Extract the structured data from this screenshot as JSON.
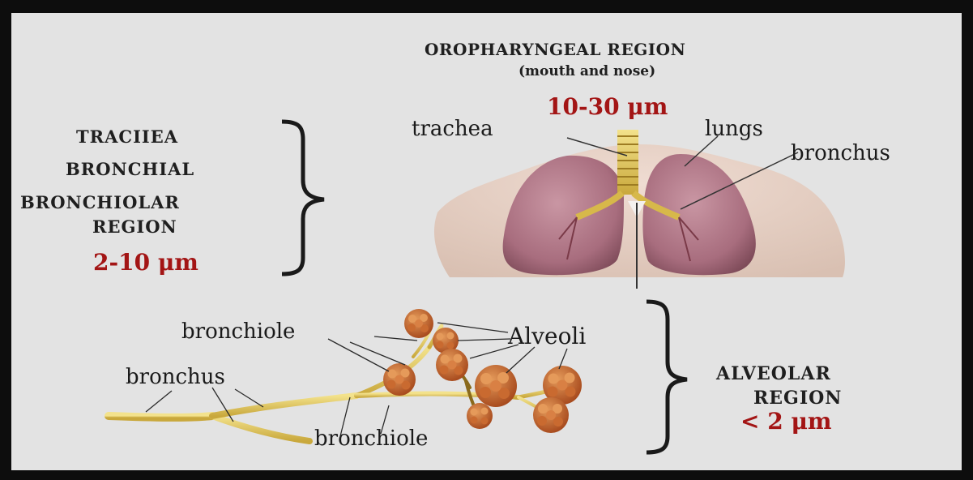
{
  "colors": {
    "background": "#e3e3e3",
    "border": "#0d0d0d",
    "heading_text": "#1f1f1f",
    "size_text": "#a31515",
    "lung": "#b07a8a",
    "airway": "#e6cf6a",
    "alveoli": "#c86a30"
  },
  "upper": {
    "title": "OROPHARYNGEAL REGION",
    "subtitle": "(mouth and nose)",
    "size": "10-30 μm",
    "labels": {
      "trachea": "trachea",
      "lungs": "lungs",
      "bronchus": "bronchus"
    }
  },
  "middle": {
    "line1": "TRACIIEA",
    "line2": "BRONCHIAL",
    "line3": "BRONCHIOLAR",
    "line4": "REGION",
    "size": "2-10 μm"
  },
  "lower": {
    "labels": {
      "bronchiole_top": "bronchiole",
      "alveoli": "Alveoli",
      "bronchus": "bronchus",
      "bronchiole_bottom": "bronchiole"
    },
    "region_line1": "ALVEOLAR",
    "region_line2": "REGION",
    "size": "< 2 μm"
  }
}
